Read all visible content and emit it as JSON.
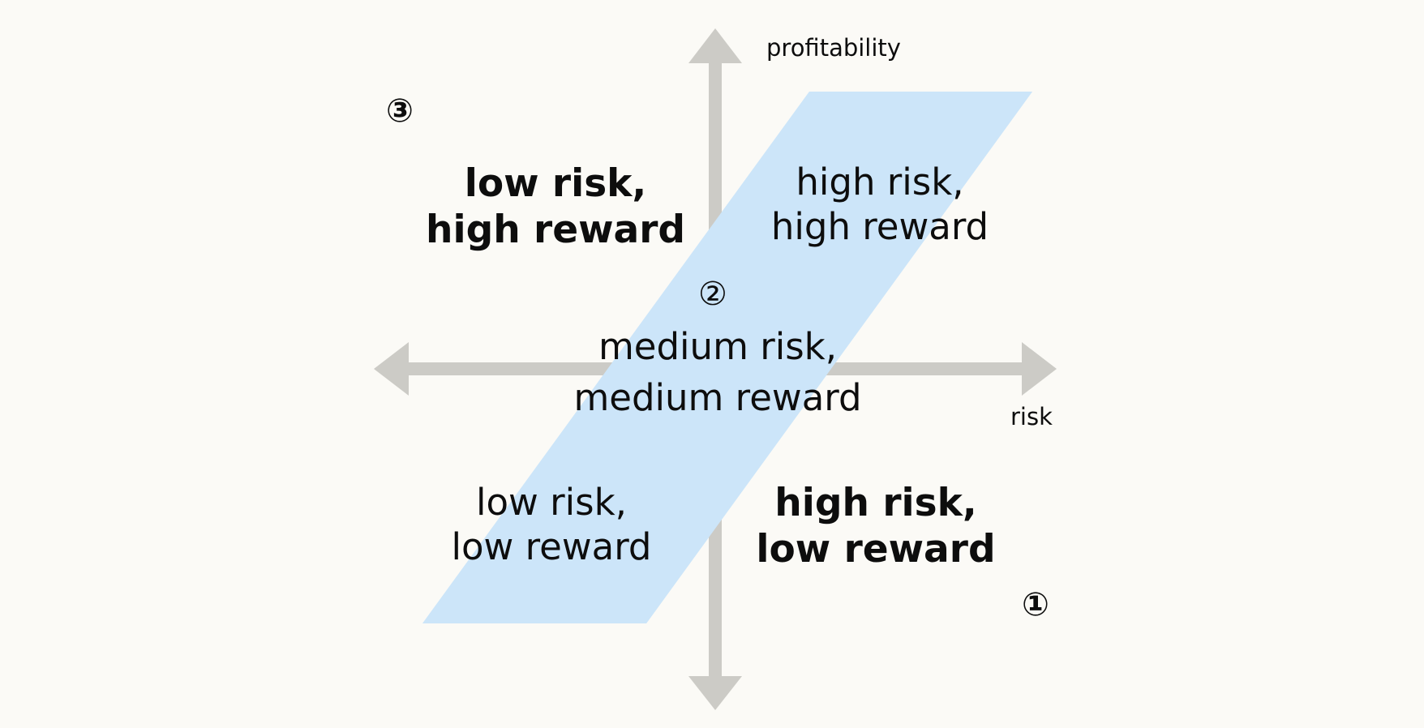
{
  "diagram": {
    "axes": {
      "x_label": "risk",
      "y_label": "profitability"
    },
    "quadrants": {
      "top_left": {
        "line1": "low risk,",
        "line2": "high reward",
        "emphasis": "bold"
      },
      "top_right": {
        "line1": "high risk,",
        "line2": "high reward",
        "emphasis": "normal"
      },
      "bottom_left": {
        "line1": "low risk,",
        "line2": "low reward",
        "emphasis": "normal"
      },
      "bottom_right": {
        "line1": "high risk,",
        "line2": "low reward",
        "emphasis": "bold"
      }
    },
    "center": {
      "line1": "medium risk,",
      "line2": "medium reward"
    },
    "markers": {
      "one": "①",
      "two": "②",
      "three": "③"
    },
    "colors": {
      "background": "#fbfaf6",
      "axis": "#cccbc6",
      "band": "#cce5f9",
      "text": "#0d0d0d"
    }
  }
}
